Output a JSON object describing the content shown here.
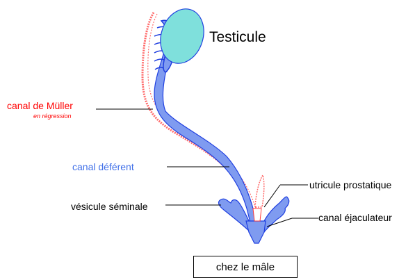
{
  "labels": {
    "testicule": "Testicule",
    "canal_muller": "canal de Müller",
    "canal_muller_sub": "en régression",
    "canal_deferent": "canal déférent",
    "vesicule_seminale": "vésicule séminale",
    "utricule_prostatique": "utricule prostatique",
    "canal_ejaculateur": "canal éjaculateur",
    "caption": "chez le mâle"
  },
  "colors": {
    "testis_fill": "#7fe0dc",
    "duct_fill": "#7f9bf0",
    "duct_stroke": "#1f3fe0",
    "muller": "#ff6a6a",
    "label_red": "#ff0000",
    "label_blue": "#3f6fe8"
  }
}
